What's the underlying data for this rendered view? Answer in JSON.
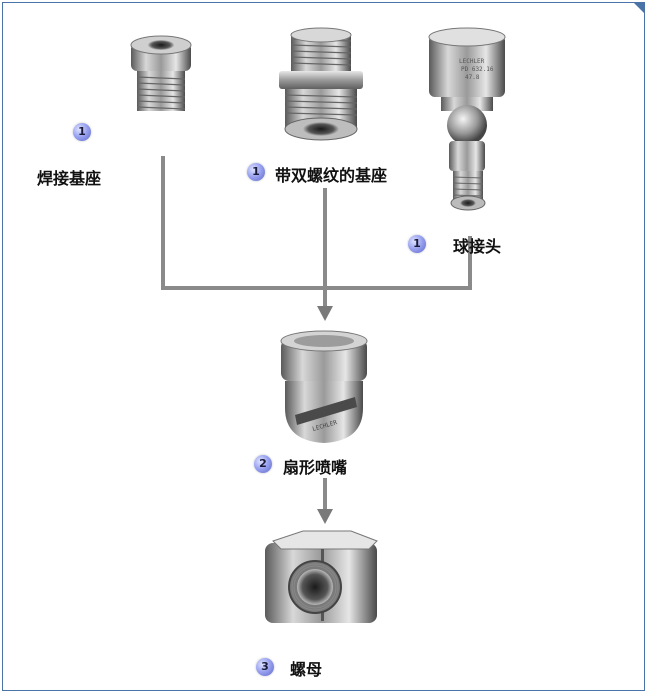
{
  "components": {
    "weld_base": {
      "step": "1",
      "label": "焊接基座"
    },
    "threaded_base": {
      "step": "1",
      "label": "带双螺纹的基座"
    },
    "ball_joint": {
      "step": "1",
      "label": "球接头"
    },
    "fan_nozzle": {
      "step": "2",
      "label": "扇形喷嘴"
    },
    "nut": {
      "step": "3",
      "label": "螺母"
    }
  },
  "colors": {
    "frame": "#4a74a8",
    "connector": "#8a8a8a",
    "badge": "#7f88e6"
  }
}
